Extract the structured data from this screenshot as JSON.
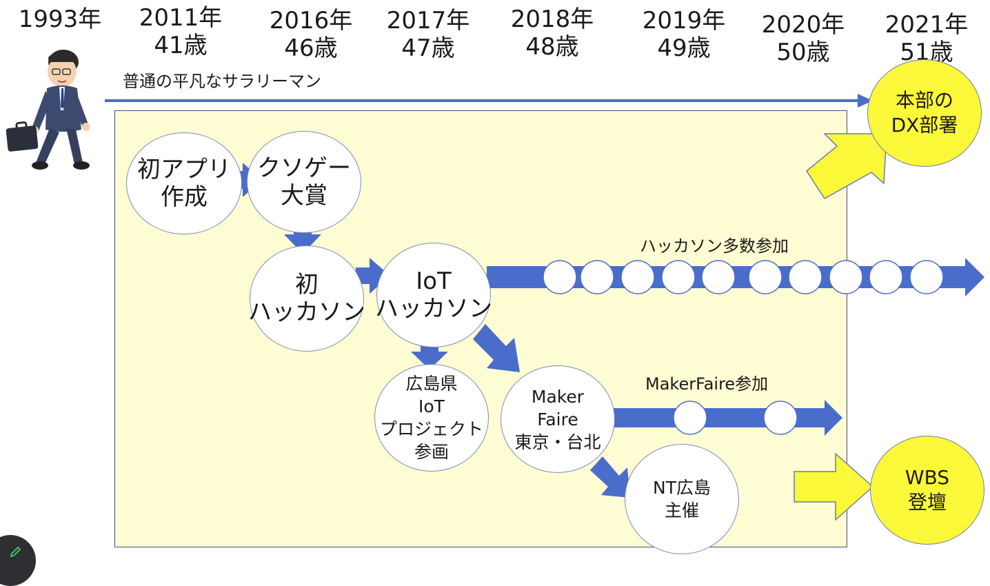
{
  "timeline": {
    "years": [
      {
        "year": "1993年",
        "age": ""
      },
      {
        "year": "2011年",
        "age": "41歳"
      },
      {
        "year": "2016年",
        "age": "46歳"
      },
      {
        "year": "2017年",
        "age": "47歳"
      },
      {
        "year": "2018年",
        "age": "48歳"
      },
      {
        "year": "2019年",
        "age": "49歳"
      },
      {
        "year": "2020年",
        "age": "50歳"
      },
      {
        "year": "2021年",
        "age": "51歳"
      }
    ],
    "ordinary_caption": "普通の平凡なサラリーマン"
  },
  "nodes": {
    "first_app": {
      "lines": [
        "初アプリ",
        "作成"
      ]
    },
    "kusoge_award": {
      "lines": [
        "クソゲー",
        "大賞"
      ]
    },
    "first_hackathon": {
      "lines": [
        "初",
        "ハッカソン"
      ]
    },
    "iot_hackathon": {
      "lines": [
        "IoT",
        "ハッカソン"
      ]
    },
    "hiroshima_iot": {
      "lines": [
        "広島県",
        "IoT",
        "プロジェクト",
        "参画"
      ]
    },
    "maker_faire": {
      "lines": [
        "Maker",
        "Faire",
        "東京・台北"
      ]
    },
    "nt_hiroshima": {
      "lines": [
        "NT広島",
        "主催"
      ]
    },
    "hq_dx": {
      "lines": [
        "本部の",
        "DX部署"
      ]
    },
    "wbs": {
      "lines": [
        "WBS",
        "登壇"
      ]
    }
  },
  "captions": {
    "hackathon_many": "ハッカソン多数参加",
    "makerfaire_many": "MakerFaire参加"
  },
  "colors": {
    "arrow_blue": "#4a6ccb",
    "panel_bg": "#fffdd3",
    "yellow": "#fbf739",
    "suit": "#3b4a6e"
  },
  "icons": {
    "person": "salaryman-walking-icon",
    "badge": "pen-icon"
  }
}
